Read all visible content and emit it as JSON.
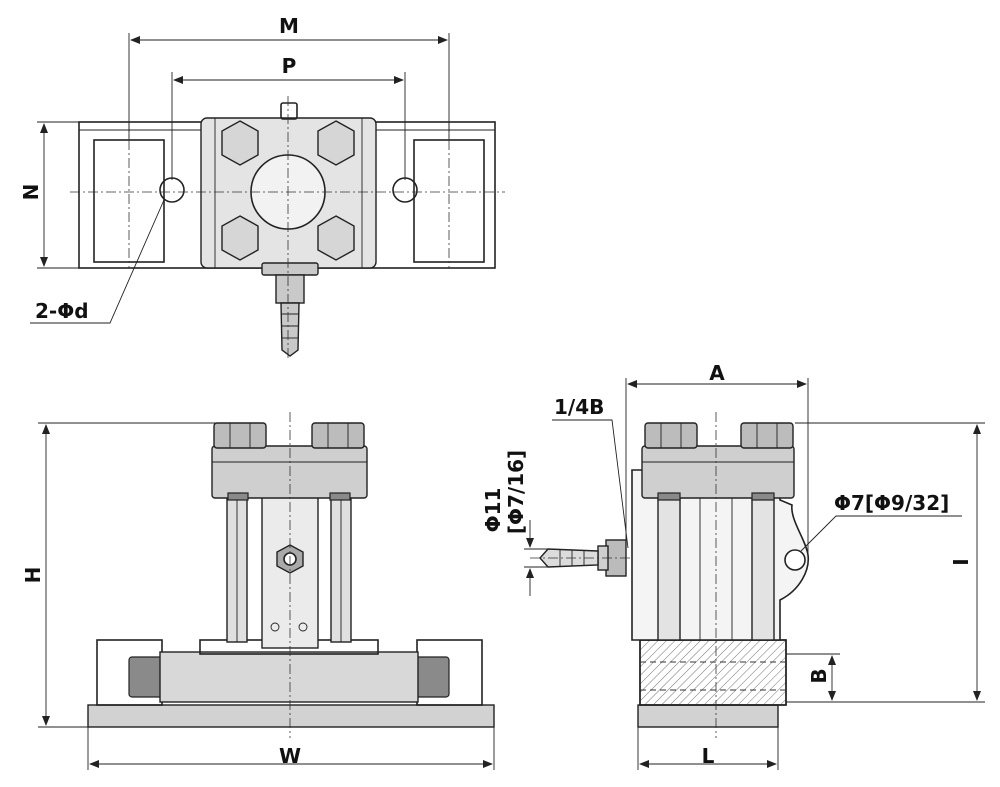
{
  "labels": {
    "M": "M",
    "P": "P",
    "N": "N",
    "hole": "2-Φd",
    "H": "H",
    "W": "W",
    "A": "A",
    "port": "1/4B",
    "hose": "Φ11",
    "hose_inch": "[Φ7/16]",
    "mount_hole": "Φ7[Φ9/32]",
    "I": "I",
    "B": "B",
    "L": "L"
  }
}
